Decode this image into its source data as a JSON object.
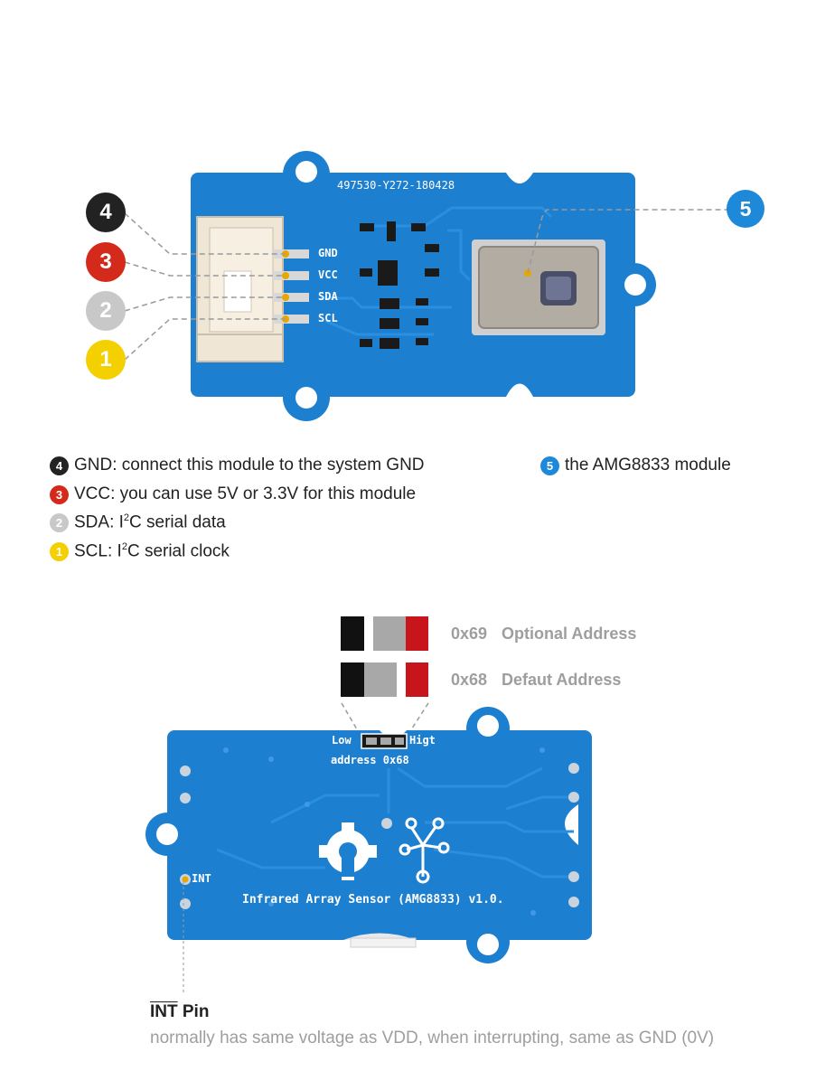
{
  "top_board": {
    "serial_text": "497530-Y272-180428",
    "pin_labels": [
      "GND",
      "VCC",
      "SDA",
      "SCL"
    ]
  },
  "callouts": [
    {
      "number": "4",
      "color": "#222222"
    },
    {
      "number": "3",
      "color": "#d32a1c"
    },
    {
      "number": "2",
      "color": "#c8c8c8"
    },
    {
      "number": "1",
      "color": "#f5d000"
    },
    {
      "number": "5",
      "color": "#1e88d9"
    }
  ],
  "legend": [
    {
      "number": "4",
      "text": "GND: connect this module to the system GND",
      "color": "#222222"
    },
    {
      "number": "3",
      "text": "VCC: you can use 5V or 3.3V for this module",
      "color": "#d32a1c"
    },
    {
      "number": "2",
      "text_pre": "SDA: I",
      "sup": "2",
      "text_post": "C serial data",
      "color": "#c8c8c8"
    },
    {
      "number": "1",
      "text_pre": "SCL: I",
      "sup": "2",
      "text_post": "C serial clock",
      "color": "#f5d000"
    }
  ],
  "legend_5": {
    "number": "5",
    "text": "the AMG8833 module",
    "color": "#1e88d9"
  },
  "addresses": [
    {
      "code": "0x69",
      "label": "Optional Address"
    },
    {
      "code": "0x68",
      "label": "Defaut Address"
    }
  ],
  "bottom_board": {
    "low_label": "Low",
    "high_label": "Higt",
    "address_label": "address 0x68",
    "int_label": "INT",
    "title": "Infrared Array Sensor (AMG8833) v1.0."
  },
  "int_pin": {
    "title_overlined": "INT",
    "title_rest": " Pin",
    "description": "normally has same voltage as VDD, when interrupting, same as GND (0V)"
  },
  "colors": {
    "pcb_blue": "#1d7fd0",
    "pcb_dark": "#1a6fba",
    "accent_blue": "#1e88d9",
    "pin_gold": "#e6a800"
  }
}
